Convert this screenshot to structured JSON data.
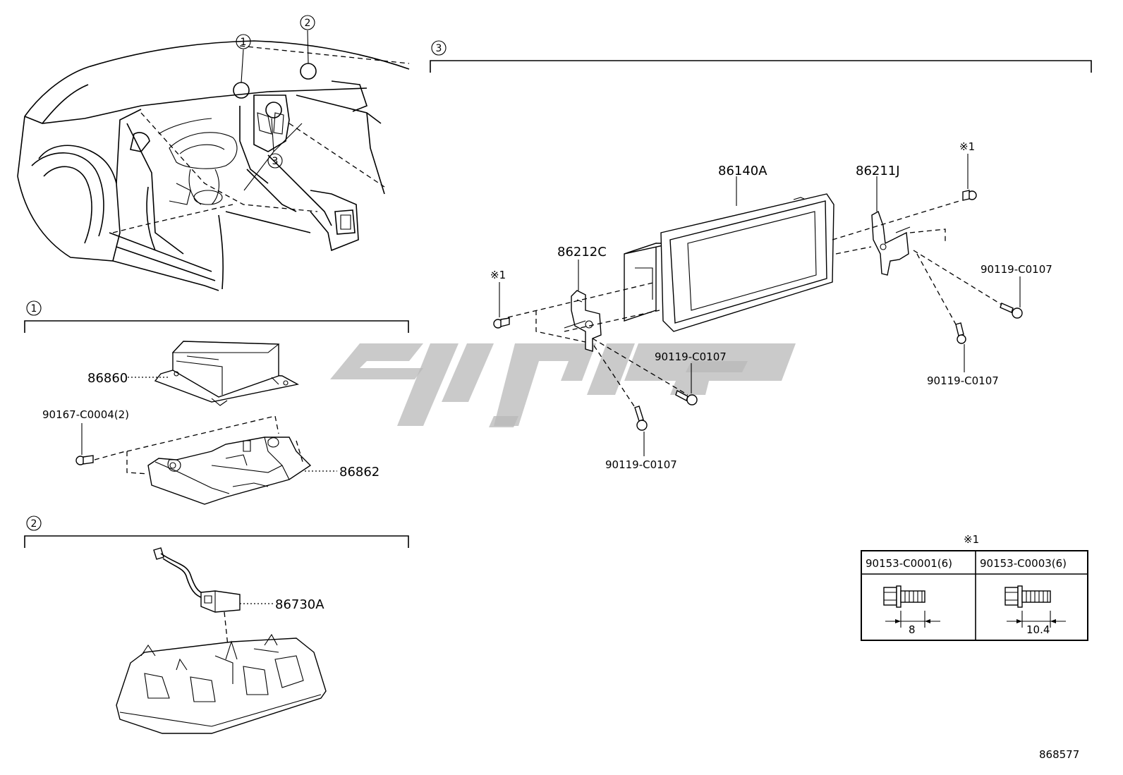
{
  "diagram_id": "868577",
  "overview": {
    "callouts": [
      "1",
      "2",
      "3"
    ]
  },
  "section1": {
    "number": "1",
    "parts": {
      "ecu": "86860",
      "bracket": "86862",
      "bolt": "90167-C0004(2)"
    }
  },
  "section2": {
    "number": "2",
    "parts": {
      "sensor": "86730A"
    }
  },
  "section3": {
    "number": "3",
    "parts": {
      "display": "86140A",
      "bracket_left": "86212C",
      "bracket_right": "86211J",
      "screw_a": "90119-C0107",
      "screw_b": "90119-C0107",
      "screw_c": "90119-C0107",
      "screw_d": "90119-C0107",
      "note_left": "※1",
      "note_right": "※1"
    }
  },
  "note_table": {
    "marker": "※1",
    "columns": [
      {
        "part": "90153-C0001(6)",
        "dimension": "8"
      },
      {
        "part": "90153-C0003(6)",
        "dimension": "10.4"
      }
    ]
  },
  "watermark": {
    "text": "کاپیکا"
  }
}
